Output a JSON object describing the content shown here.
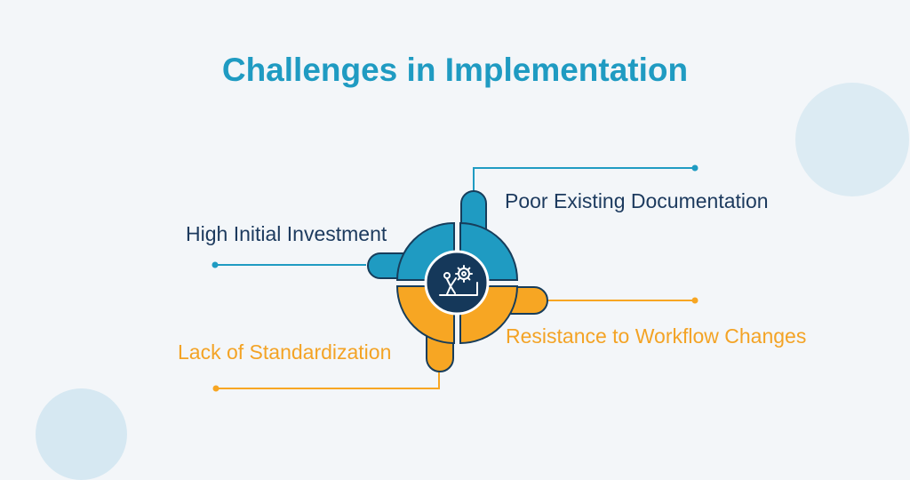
{
  "title": "Challenges in Implementation",
  "challenges": {
    "poor_documentation": "Poor Existing Documentation",
    "high_investment": "High Initial Investment",
    "lack_standardization": "Lack of Standardization",
    "resistance_workflow": "Resistance to Workflow Changes"
  },
  "colors": {
    "blue_quadrant": "#1f9bc2",
    "orange_quadrant": "#f7a623",
    "outline": "#173d5b",
    "center_circle": "#15385a",
    "title": "#1f9bc2"
  },
  "icons": {
    "center": "person-gear-icon"
  }
}
